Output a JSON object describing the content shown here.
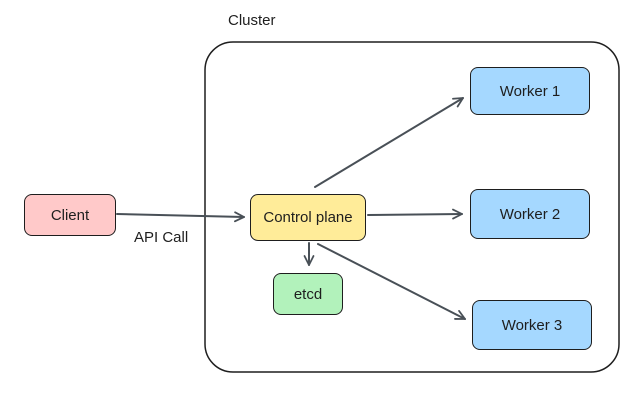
{
  "cluster": {
    "label": "Cluster"
  },
  "nodes": {
    "client": {
      "label": "Client",
      "fill": "#ffc9c9"
    },
    "control_plane": {
      "label": "Control plane",
      "fill": "#ffec99"
    },
    "etcd": {
      "label": "etcd",
      "fill": "#b2f2bb"
    },
    "worker_1": {
      "label": "Worker 1",
      "fill": "#a5d8ff"
    },
    "worker_2": {
      "label": "Worker 2",
      "fill": "#a5d8ff"
    },
    "worker_3": {
      "label": "Worker 3",
      "fill": "#a5d8ff"
    }
  },
  "edges": {
    "client_to_control_plane": {
      "label": "API Call"
    }
  },
  "colors": {
    "stroke": "#1e1e1e",
    "arrow": "#495057",
    "background": "#ffffff"
  }
}
